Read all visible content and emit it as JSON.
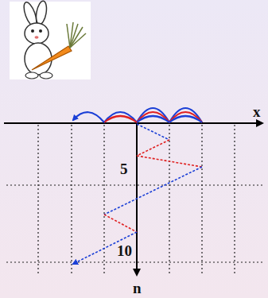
{
  "diagram": {
    "labels": [
      "x",
      "n",
      "5",
      "10"
    ]
  }
}
